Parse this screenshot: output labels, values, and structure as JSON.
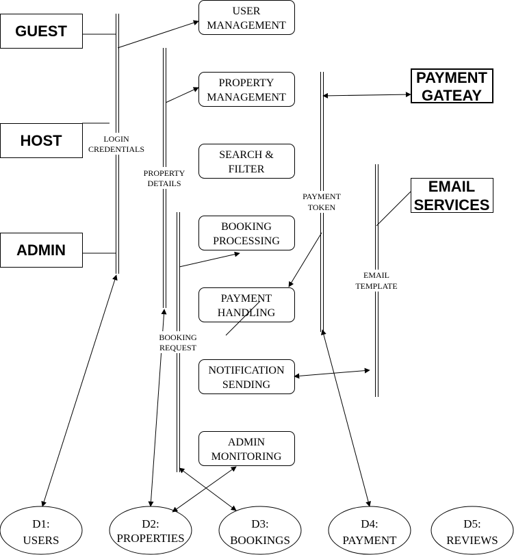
{
  "entities": {
    "guest": "GUEST",
    "host": "HOST",
    "admin": "ADMIN",
    "payment_gateway": [
      "PAYMENT",
      "GATEAY"
    ],
    "email_services": [
      "EMAIL",
      "SERVICES"
    ]
  },
  "processes": {
    "user_management": [
      "USER",
      "MANAGEMENT"
    ],
    "property_management": [
      "PROPERTY",
      "MANAGEMENT"
    ],
    "search_filter": [
      "SEARCH &",
      "FILTER"
    ],
    "booking_processing": [
      "BOOKING",
      "PROCESSING"
    ],
    "payment_handling": [
      "PAYMENT",
      "HANDLING"
    ],
    "notification_sending": [
      "NOTIFICATION",
      "SENDING"
    ],
    "admin_monitoring": [
      "ADMIN",
      "MONITORING"
    ]
  },
  "stores": {
    "d1": [
      "D1:",
      "USERS"
    ],
    "d2": [
      "D2:",
      "PROPERTIES"
    ],
    "d3": [
      "D3:",
      "BOOKINGS"
    ],
    "d4": [
      "D4:",
      "PAYMENT"
    ],
    "d5": [
      "D5:",
      "REVIEWS"
    ]
  },
  "flows": {
    "login_credentials": [
      "LOGIN",
      "CREDENTIALS"
    ],
    "property_details": [
      "PROPERTY",
      "DETAILS"
    ],
    "booking_request": [
      "BOOKING",
      "REQUEST"
    ],
    "payment_token": [
      "PAYMENT",
      "TOKEN"
    ],
    "email_template": [
      "EMAIL",
      "TEMPLATE"
    ]
  }
}
